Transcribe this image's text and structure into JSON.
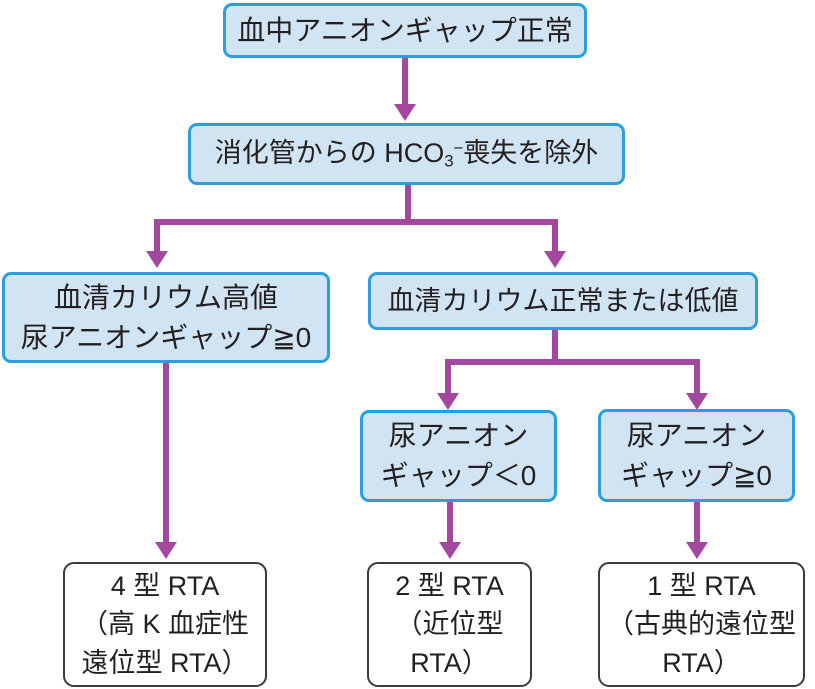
{
  "colors": {
    "background": "#ffffff",
    "box_fill": "#d0e4f4",
    "box_border": "#2b9fd9",
    "arrow": "#a4479e",
    "result_border": "#3b3b3b",
    "text": "#231f20"
  },
  "nodes": {
    "blood_ag": {
      "text": "血中アニオンギャップ正常"
    },
    "exclude_gi": {
      "prefix": "消化管からの HCO",
      "subscript": "3",
      "superscript": "−",
      "suffix": "喪失を除外"
    },
    "high_k": {
      "lines": [
        "血清カリウム高値",
        "尿アニオンギャップ≧0"
      ]
    },
    "normal_low_k": {
      "text": "血清カリウム正常または低値"
    },
    "uag_lt_0": {
      "lines": [
        "尿アニオン",
        "ギャップ＜0"
      ]
    },
    "uag_ge_0": {
      "lines": [
        "尿アニオン",
        "ギャップ≧0"
      ]
    },
    "rta_type4": {
      "lines": [
        "4 型 RTA",
        "（高 K 血症性",
        "遠位型 RTA）"
      ]
    },
    "rta_type2": {
      "lines": [
        "2 型 RTA",
        "（近位型",
        "RTA）"
      ]
    },
    "rta_type1": {
      "lines": [
        "1 型 RTA",
        "（古典的遠位型",
        "RTA）"
      ]
    }
  }
}
